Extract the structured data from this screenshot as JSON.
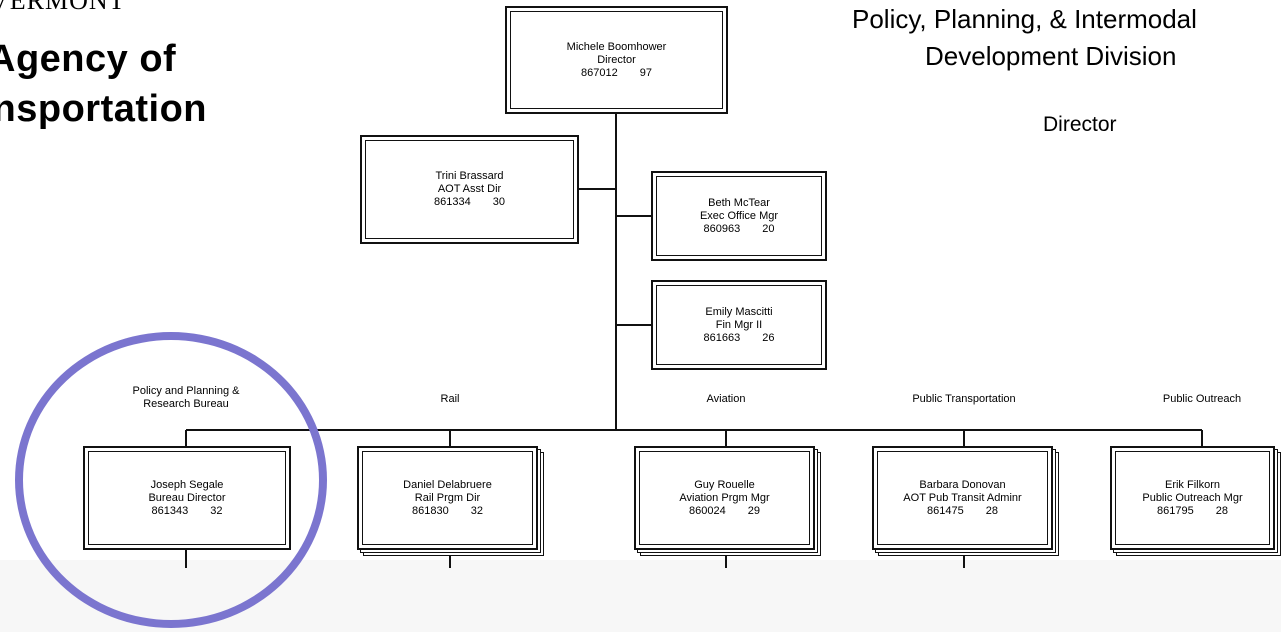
{
  "header": {
    "agency_top": "VERMONT",
    "agency_line1": "Agency of",
    "agency_line2": "Transportation",
    "division_line1": "Policy, Planning, & Intermodal",
    "division_line2": "Development Division",
    "division_role": "Director"
  },
  "director": {
    "name": "Michele Boomhower",
    "title": "Director",
    "id": "867012",
    "grade": "97"
  },
  "staff": [
    {
      "name": "Trini Brassard",
      "title": "AOT Asst Dir",
      "id": "861334",
      "grade": "30"
    },
    {
      "name": "Beth McTear",
      "title": "Exec Office Mgr",
      "id": "860963",
      "grade": "20"
    },
    {
      "name": "Emily Mascitti",
      "title": "Fin Mgr II",
      "id": "861663",
      "grade": "26"
    }
  ],
  "units": [
    {
      "label": "Policy and Planning &\nResearch Bureau",
      "name": "Joseph Segale",
      "title": "Bureau Director",
      "id": "861343",
      "grade": "32"
    },
    {
      "label": "Rail",
      "name": "Daniel Delabruere",
      "title": "Rail Prgm Dir",
      "id": "861830",
      "grade": "32"
    },
    {
      "label": "Aviation",
      "name": "Guy Rouelle",
      "title": "Aviation Prgm Mgr",
      "id": "860024",
      "grade": "29"
    },
    {
      "label": "Public Transportation",
      "name": "Barbara Donovan",
      "title": "AOT Pub Transit Adminr",
      "id": "861475",
      "grade": "28"
    },
    {
      "label": "Public Outreach",
      "name": "Erik Filkorn",
      "title": "Public Outreach Mgr",
      "id": "861795",
      "grade": "28"
    }
  ],
  "highlight_color": "#7b75cf"
}
